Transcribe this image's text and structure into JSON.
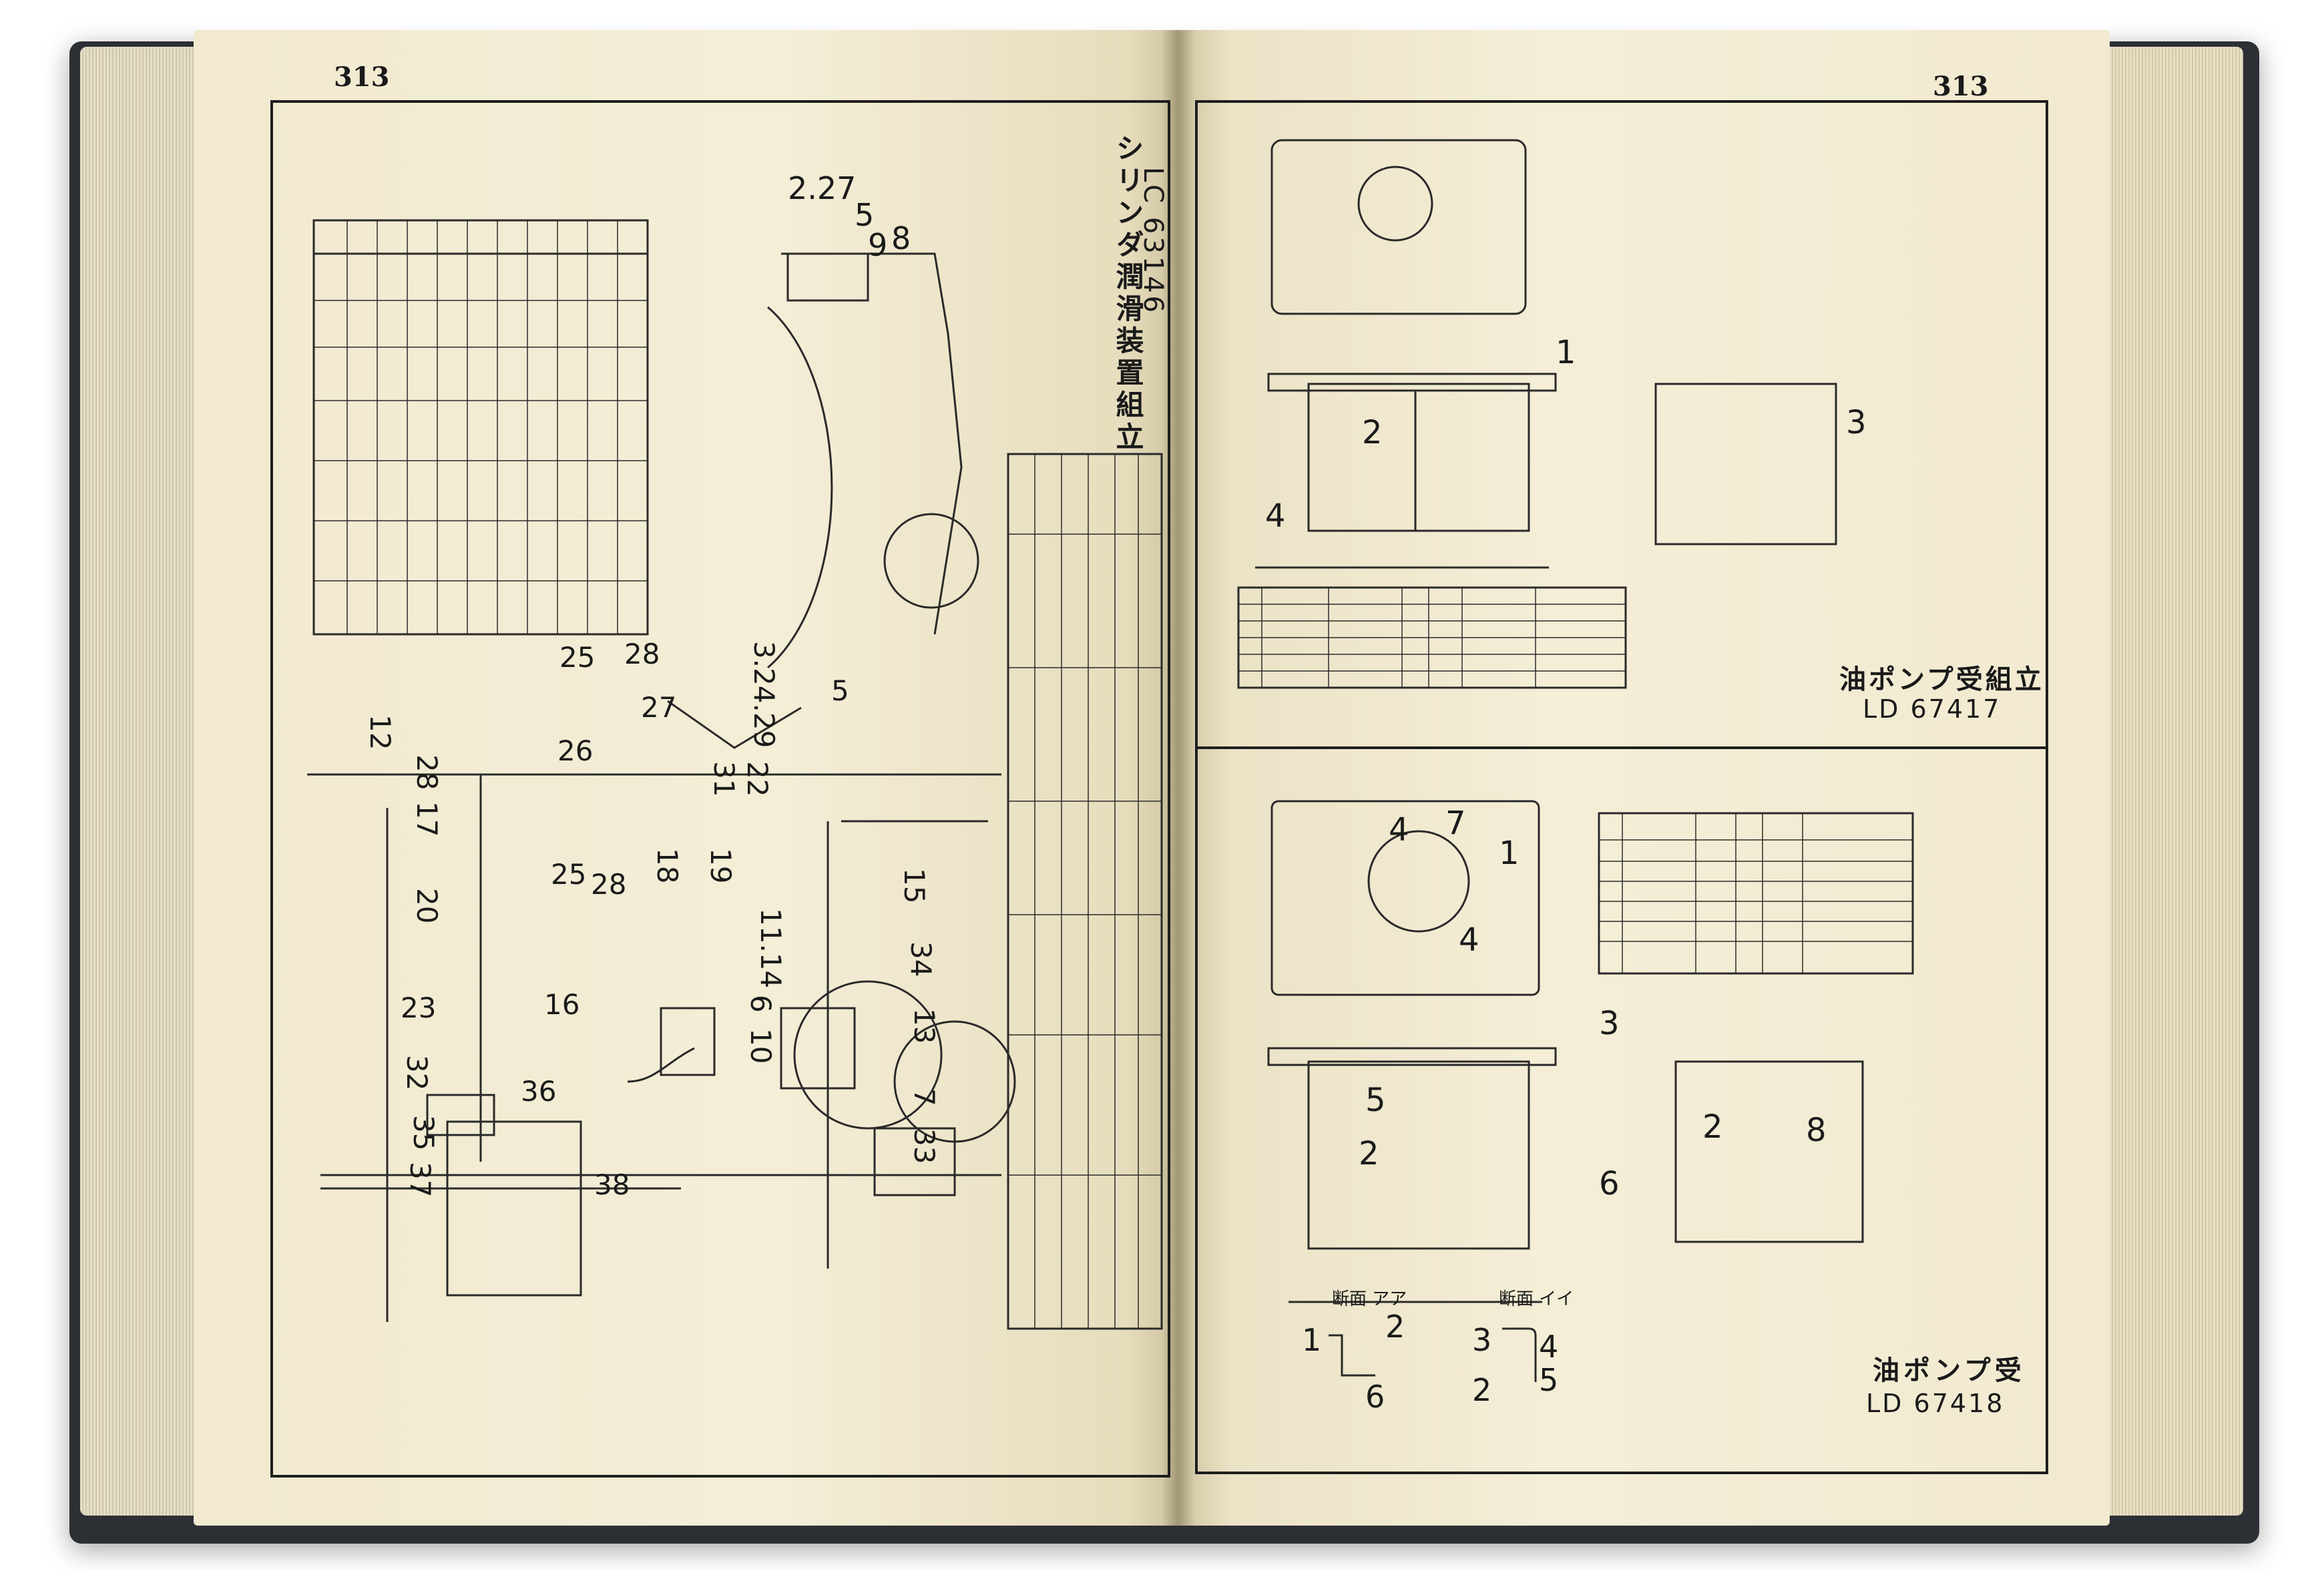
{
  "left_page": {
    "page_number": "313",
    "drawing_title": "シリンダ潤滑装置組立",
    "drawing_number": "LC 63146",
    "callouts": [
      "2.27",
      "5",
      "9",
      "8",
      "3.24.29",
      "25",
      "28",
      "27",
      "26",
      "5",
      "31",
      "22",
      "12",
      "17",
      "28",
      "20",
      "25",
      "28",
      "18",
      "19",
      "15",
      "16",
      "11.14",
      "34",
      "10",
      "6",
      "13",
      "23",
      "32",
      "36",
      "7",
      "33",
      "35",
      "37",
      "38"
    ]
  },
  "right_page": {
    "page_number": "313",
    "top_drawing": {
      "title": "油ポンプ受組立",
      "number": "LD 67417",
      "callouts": [
        "1",
        "2",
        "3",
        "4"
      ]
    },
    "bottom_drawing": {
      "title": "油ポンプ受",
      "number": "LD 67418",
      "callouts": [
        "4",
        "7",
        "1",
        "4",
        "3",
        "5",
        "2",
        "2",
        "8",
        "6",
        "1",
        "2",
        "6",
        "3",
        "4",
        "2",
        "5"
      ],
      "section_labels": [
        "断面 アア",
        "断面 イイ"
      ]
    }
  },
  "colors": {
    "paper": "#f3edd5",
    "ink": "#1e1e1e",
    "cover": "#2c2f34"
  }
}
